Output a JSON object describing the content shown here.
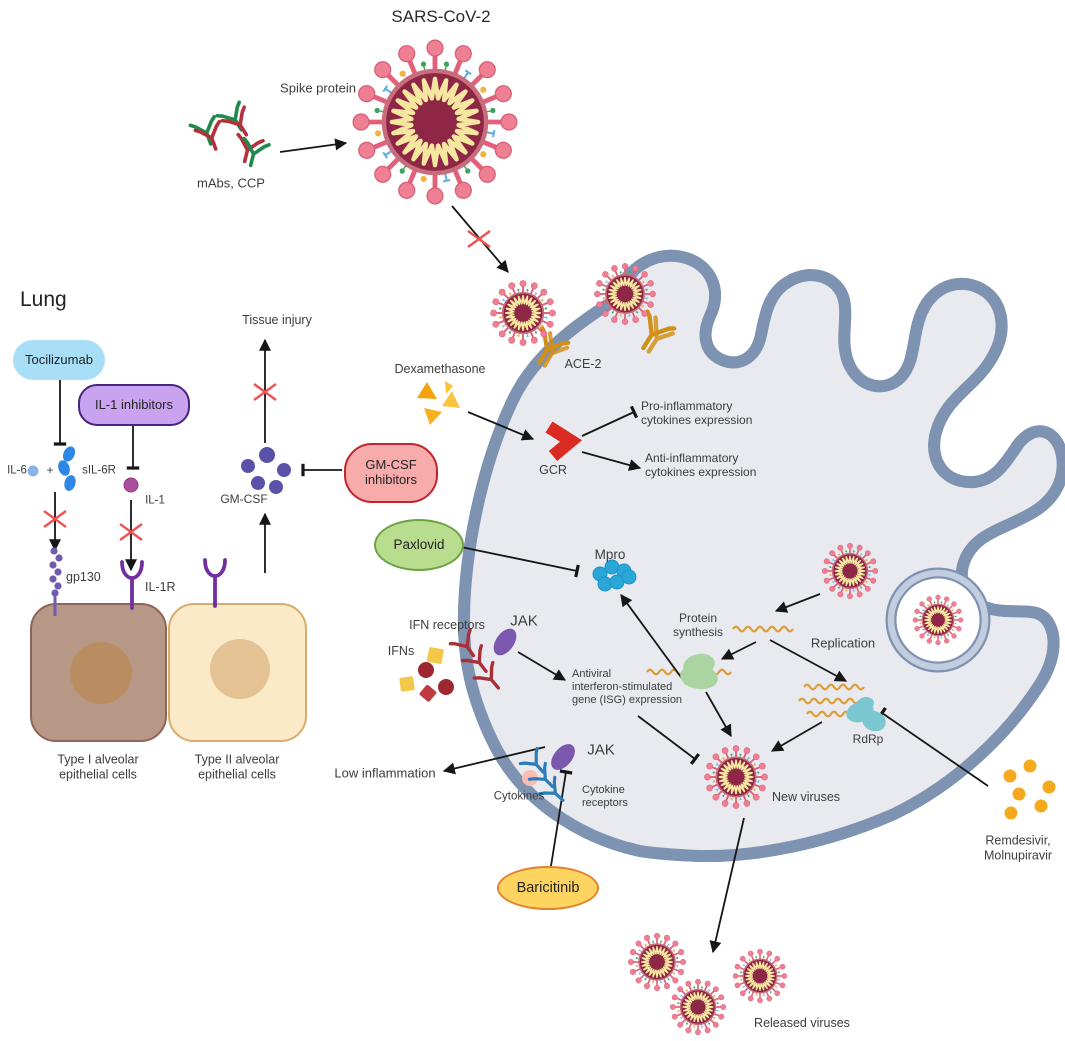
{
  "title": "SARS-CoV-2",
  "top": {
    "spike_protein": "Spike protein",
    "mabs": "mAbs, CCP"
  },
  "lung": {
    "title": "Lung",
    "tocilizumab": "Tocilizumab",
    "il1_inhibitors": "IL-1 inhibitors",
    "il6": "IL-6",
    "plus": "+",
    "sil6r": "sIL-6R",
    "il1": "IL-1",
    "gp130": "gp130",
    "il1r": "IL-1R",
    "gmcsf": "GM-CSF",
    "tissue_injury": "Tissue injury",
    "gmcsf_inhibitors": "GM-CSF\ninhibitors",
    "type1": "Type I alveolar\nepithelial cells",
    "type2": "Type II alveolar\nepithelial cells"
  },
  "cell": {
    "ace2": "ACE-2",
    "dexamethasone": "Dexamethasone",
    "gcr": "GCR",
    "pro_inflammatory": "Pro-inflammatory\ncytokines expression",
    "anti_inflammatory": "Anti-inflammatory\ncytokines expression",
    "paxlovid": "Paxlovid",
    "mpro": "Mpro",
    "jak": "JAK",
    "ifn_receptors": "IFN receptors",
    "ifns": "IFNs",
    "isg": "Antiviral\ninterferon-stimulated\ngene (ISG) expression",
    "protein_synthesis": "Protein\nsynthesis",
    "replication": "Replication",
    "rdrp": "RdRp",
    "new_viruses": "New viruses",
    "remdesivir": "Remdesivir,\nMolnupiravir",
    "low_inflammation": "Low inflammation",
    "cytokines": "Cytokines",
    "jak2": "JAK",
    "cytokine_receptors": "Cytokine\nreceptors",
    "baricitinib": "Baricitinib",
    "released_viruses": "Released viruses"
  },
  "icons": {
    "virus": "virus-icon",
    "antibody": "antibody-icon",
    "ace2_receptor": "ace2-receptor-icon",
    "red_x": "blocked-x-icon",
    "triangles": "dexamethasone-icon"
  },
  "colors": {
    "membrane_band": "#c2cde0",
    "membrane_edge": "#7e92b1",
    "cytoplasm": "#e9eaef",
    "virus_body": "#8e2745",
    "virus_spike": "#ef8093",
    "virus_rna": "#f5e7a0",
    "tocilizumab_fill": "#a9def7",
    "il1_inhibitors_fill": "#c9a3ef",
    "il1_inhibitors_border": "#46257e",
    "gmcsf_inhibitors_fill": "#f7abab",
    "gmcsf_inhibitors_border": "#c2242c",
    "paxlovid_fill": "#b9dd8f",
    "paxlovid_border": "#6fa244",
    "baricitinib_fill": "#fcd45f",
    "baricitinib_border": "#e0832d",
    "type1_cell_fill": "#b79887",
    "type2_cell_fill": "#faeac7",
    "gcr_red": "#da2a21",
    "rna_orange": "#dd9f3a",
    "blocked_x_red": "#f05252"
  }
}
